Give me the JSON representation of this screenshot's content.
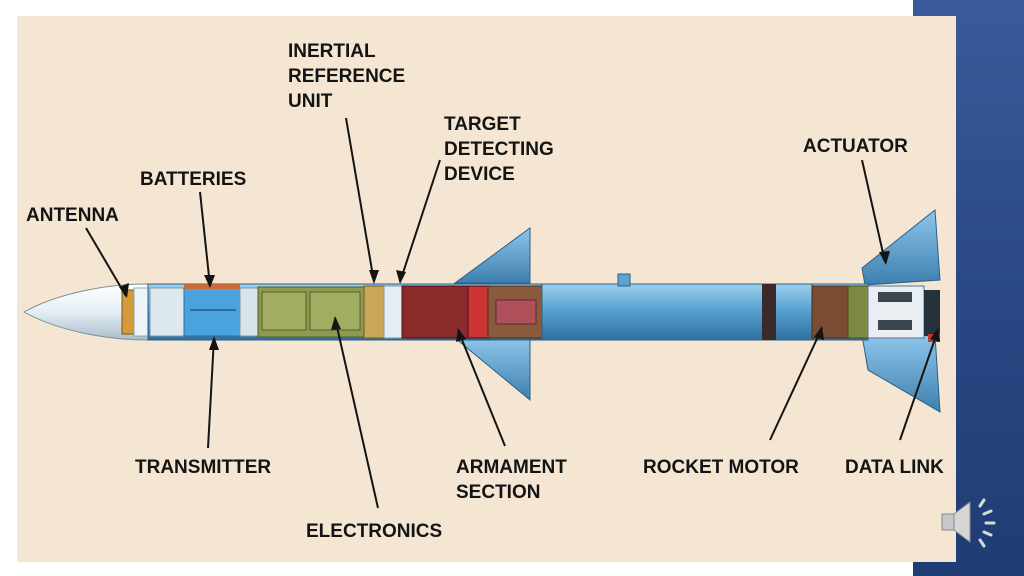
{
  "slide": {
    "background_color": "#f4e6d3",
    "accent_color": "#2b4a86"
  },
  "labels": {
    "inertial": [
      "INERTIAL",
      "REFERENCE",
      "UNIT"
    ],
    "target": [
      "TARGET",
      "DETECTING",
      "DEVICE"
    ],
    "actuator": "ACTUATOR",
    "batteries": "BATTERIES",
    "antenna": "ANTENNA",
    "transmitter": "TRANSMITTER",
    "electronics": "ELECTRONICS",
    "armament": [
      "ARMAMENT",
      "SECTION"
    ],
    "rocket_motor": "ROCKET MOTOR",
    "data_link": "DATA LINK"
  },
  "icons": {
    "audio": "speaker-icon"
  }
}
